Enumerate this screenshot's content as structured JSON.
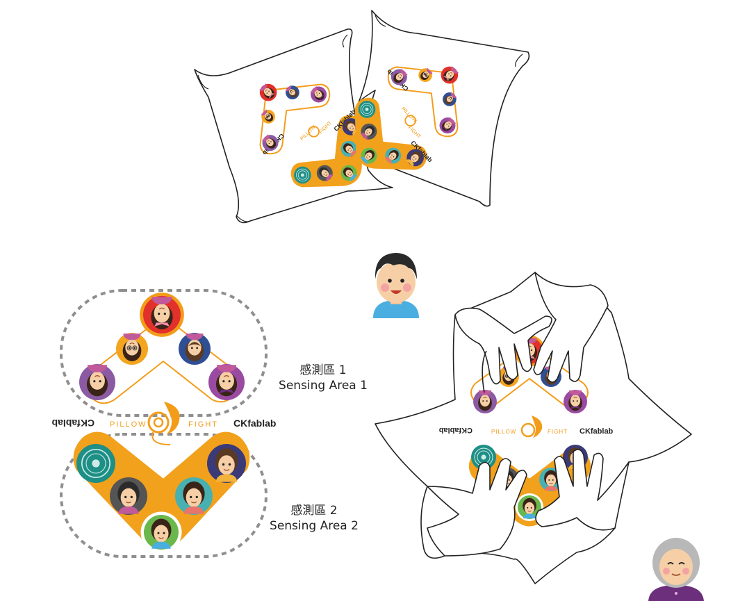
{
  "brand": {
    "logo_text": "CKfablab",
    "pillow_word": "PILLOW",
    "fight_word": "FIGHT"
  },
  "sensing_areas": [
    {
      "label_zh": "感測區 1",
      "label_en": "Sensing Area 1"
    },
    {
      "label_zh": "感測區 2",
      "label_en": "Sensing Area 2"
    }
  ],
  "colors": {
    "accent_orange": "#f39c1a",
    "panel_orange": "#f2a11c",
    "outline": "#222222",
    "dashed_border": "#8f8f8f",
    "pillow_fill": "#ffffff"
  },
  "avatars": [
    {
      "icon": "woman-pink-bow-avatar",
      "bg": "#e2302a"
    },
    {
      "icon": "woman-glasses-avatar",
      "bg": "#f3a51f"
    },
    {
      "icon": "bearded-man-avatar",
      "bg": "#2f4f95"
    },
    {
      "icon": "woman-purple-avatar",
      "bg": "#8b5aa3"
    },
    {
      "icon": "girl-purple-hat-avatar",
      "bg": "#9a4aa0"
    },
    {
      "icon": "university-seal-icon",
      "bg": "#1d8f86"
    },
    {
      "icon": "woman-grey-avatar",
      "bg": "#555555"
    },
    {
      "icon": "boy-green-avatar",
      "bg": "#6ab84b"
    },
    {
      "icon": "woman-teal-avatar",
      "bg": "#48b0b0"
    },
    {
      "icon": "man-navy-avatar",
      "bg": "#3a3a78"
    }
  ],
  "characters": [
    {
      "icon": "boy-character-icon"
    },
    {
      "icon": "grandmother-character-icon"
    }
  ]
}
